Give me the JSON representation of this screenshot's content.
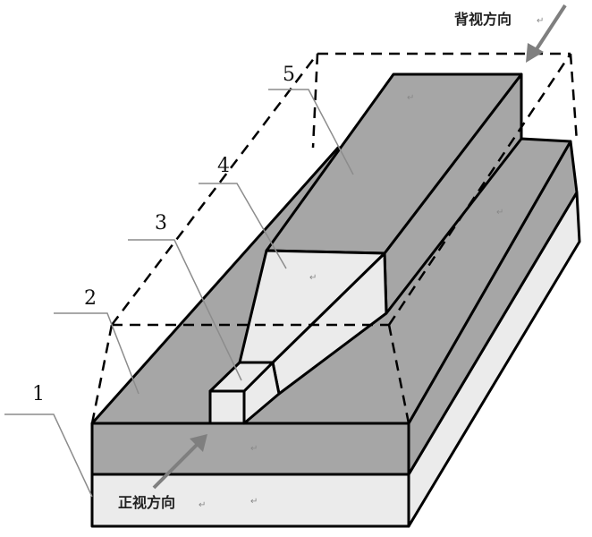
{
  "labels": {
    "l1": "1",
    "l2": "2",
    "l3": "3",
    "l4": "4",
    "l5": "5"
  },
  "directions": {
    "back_view": "背视方向",
    "front_view": "正视方向"
  },
  "paragraph_mark": "↵",
  "colors": {
    "dark_fill": "#a6a6a6",
    "light_fill": "#ebebeb",
    "stroke": "#000000",
    "arrow": "#7f7f7f",
    "leader": "#8c8c8c"
  }
}
